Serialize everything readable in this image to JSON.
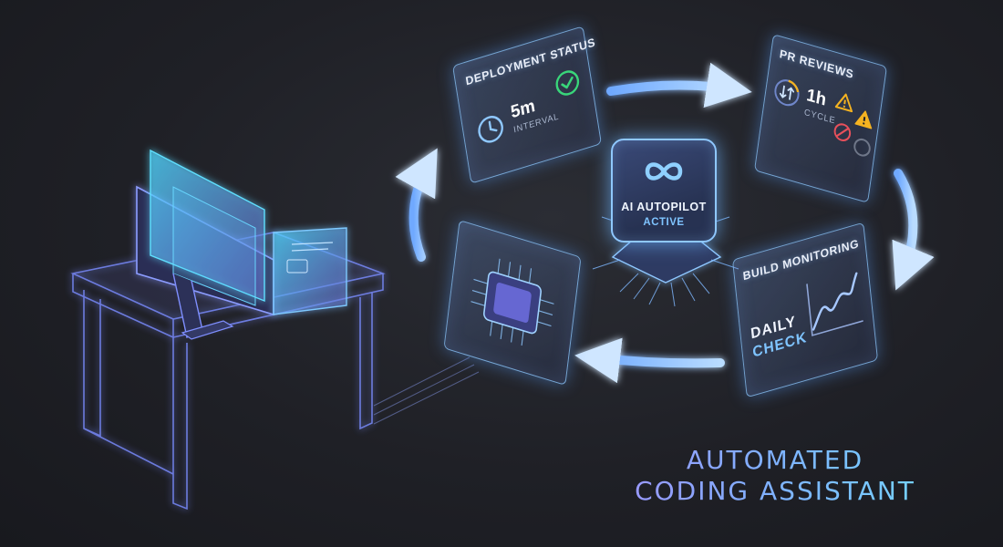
{
  "cards": {
    "deployment": {
      "title": "Deployment Status",
      "value": "5m",
      "label": "Interval"
    },
    "pr": {
      "title": "PR Reviews",
      "value": "1h",
      "label": "Cycle"
    },
    "build": {
      "title": "Build Monitoring",
      "line1": "Daily",
      "line2": "Check"
    }
  },
  "hub": {
    "title": "AI Autopilot",
    "status": "Active"
  },
  "headline": {
    "line1": "Automated",
    "line2": "Coding Assistant"
  },
  "icons": {
    "deployment": [
      "clock-icon",
      "check-circle-icon"
    ],
    "pr": [
      "merge-arrows-icon",
      "warning-icon",
      "error-icon",
      "pending-circle-icon"
    ],
    "build": [
      "sparkline-chart-icon"
    ],
    "hub": [
      "infinity-icon",
      "microchip-icon"
    ],
    "scene": [
      "desk-icon",
      "monitor-icon",
      "microchip-icon"
    ]
  },
  "colors": {
    "background": "#1f2026",
    "glow": "#7fc4ff",
    "success": "#39d67a",
    "warning": "#f5b321",
    "error": "#e8505b",
    "headline_start": "#a88bff",
    "headline_end": "#6fe3ff"
  }
}
